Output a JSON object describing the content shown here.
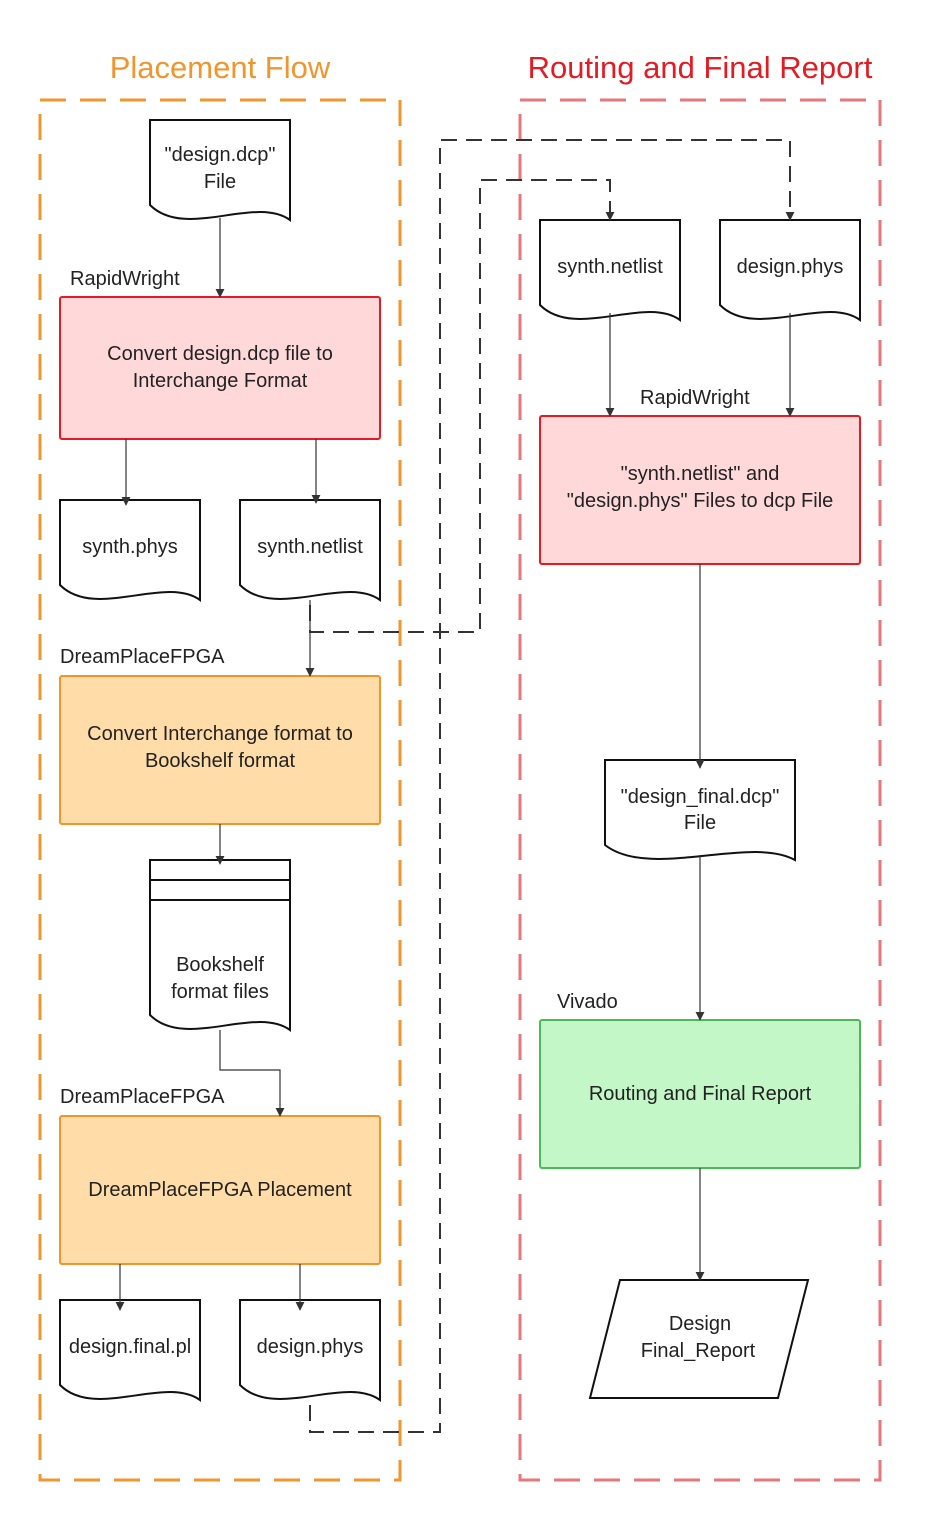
{
  "colors": {
    "placement_frame": "#f0962f",
    "routing_frame": "#e8777b",
    "placement_title": "#f0962f",
    "routing_title": "#e31b23",
    "red_fill": "#ffd9da",
    "red_stroke": "#e31b23",
    "orange_fill": "#ffdca8",
    "orange_stroke": "#f0962f",
    "green_fill": "#c3f7c7",
    "green_stroke": "#4cbb55"
  },
  "frames": {
    "placement": {
      "title": "Placement Flow"
    },
    "routing": {
      "title": "Routing and Final Report"
    }
  },
  "tool_labels": {
    "rw_left": "RapidWright",
    "dp_1": "DreamPlaceFPGA",
    "dp_2": "DreamPlaceFPGA",
    "rw_right": "RapidWright",
    "vivado": "Vivado"
  },
  "documents": {
    "design_dcp": {
      "line1": "\"design.dcp\"",
      "line2": "File"
    },
    "synth_phys": {
      "line1": "synth.phys"
    },
    "synth_netlist_left": {
      "line1": "synth.netlist"
    },
    "bookshelf": {
      "line1": "Bookshelf",
      "line2": "format files"
    },
    "design_final_pl": {
      "line1": "design.final.pl"
    },
    "design_phys_left": {
      "line1": "design.phys"
    },
    "synth_netlist_right": {
      "line1": "synth.netlist"
    },
    "design_phys_right": {
      "line1": "design.phys"
    },
    "design_final_dcp": {
      "line1": "\"design_final.dcp\"",
      "line2": "File"
    }
  },
  "processes": {
    "convert_dcp": {
      "line1": "Convert design.dcp file to",
      "line2": "Interchange Format"
    },
    "convert_bookshelf": {
      "line1": "Convert Interchange format to",
      "line2": "Bookshelf format"
    },
    "placement": {
      "line1": "DreamPlaceFPGA Placement"
    },
    "to_dcp": {
      "line1": "\"synth.netlist\" and",
      "line2": "\"design.phys\" Files to dcp File"
    },
    "routing": {
      "line1": "Routing and Final Report"
    }
  },
  "output": {
    "line1": "Design",
    "line2": "Final_Report"
  }
}
